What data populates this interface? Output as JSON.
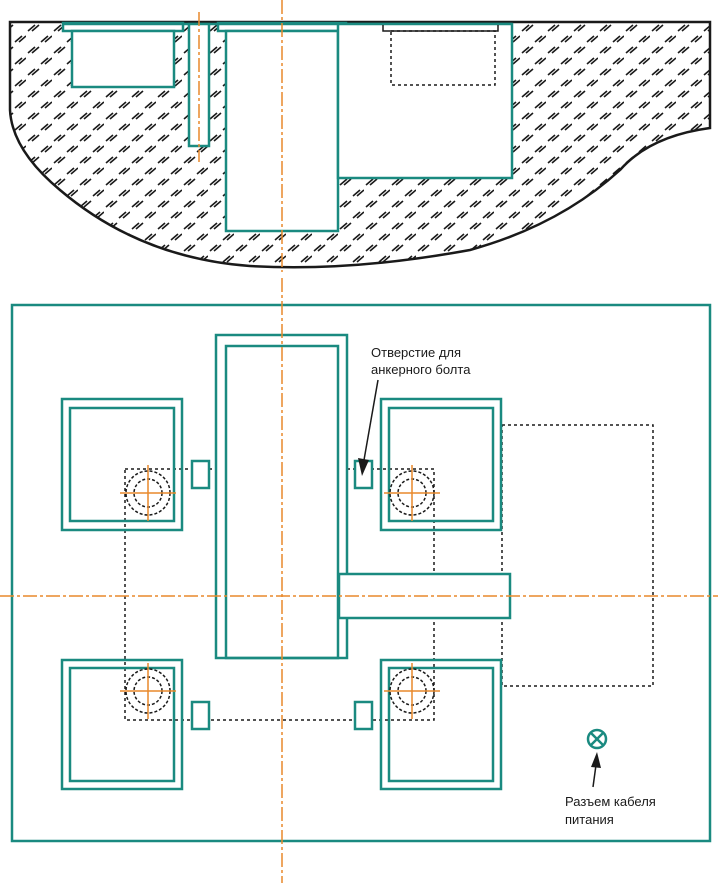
{
  "colors": {
    "outline": "#1a8a80",
    "centerline": "#e8892b",
    "hatch": "#1a1a1a",
    "hidden": "#1a1a1a",
    "background": "#ffffff"
  },
  "callouts": {
    "anchor_hole": {
      "line1": "Отверстие для",
      "line2": "анкерного болта"
    },
    "power_cable": {
      "line1": "Разъем кабеля",
      "line2": "питания",
      "symbol": "cable-connector-icon"
    }
  }
}
